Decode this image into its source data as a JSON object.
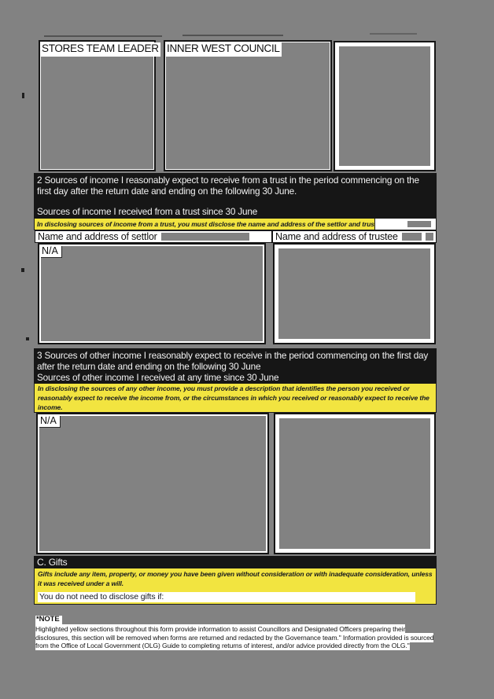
{
  "colors": {
    "page_background": "#828282",
    "section_bar": "#161616",
    "highlight_yellow": "#f2e440",
    "paper_white": "#ffffff"
  },
  "top_boxes": [
    {
      "label": "STORES TEAM LEADER"
    },
    {
      "label": "INNER WEST COUNCIL"
    },
    {
      "label": ""
    }
  ],
  "section2": {
    "heading": "2 Sources of income I reasonably expect to receive from a trust in the period commencing on the first day after the return date and ending on the following 30 June.",
    "subheading": "Sources of income I received from a trust since 30 June",
    "note": "In disclosing sources of income from a trust, you must disclose the name and address of the settlor and trustee.",
    "columns": [
      {
        "header": "Name and address of settlor"
      },
      {
        "header": "Name and address of trustee"
      }
    ],
    "settlor_value": "N/A",
    "trustee_value": ""
  },
  "section3": {
    "heading": "3 Sources of other income I reasonably expect to receive in the period commencing on the first day after the return date and ending on the following 30 June",
    "subheading": "Sources of other income I received at any time since 30 June",
    "note": "In disclosing the sources of any other income, you must provide a description that identifies the person you received or reasonably expect to receive the income from, or the circumstances in which you received or reasonably expect to receive the income.",
    "left_value": "N/A",
    "right_value": ""
  },
  "gifts": {
    "heading": "C. Gifts",
    "note": "Gifts include any item, property, or money you have been given without consideration or with inadequate consideration, unless it was received under a will.",
    "followup": "You do not need to disclose gifts if:"
  },
  "footnote": {
    "label": "*NOTE",
    "text": "Highlighted yellow sections throughout this form provide information to assist Councillors and Designated Officers preparing their disclosures, this section will be removed when forms are returned and redacted by the Governance team.\" Information provided is sourced from the Office of Local Government (OLG) Guide to completing returns of interest, and/or advice provided directly from the OLG.\""
  }
}
